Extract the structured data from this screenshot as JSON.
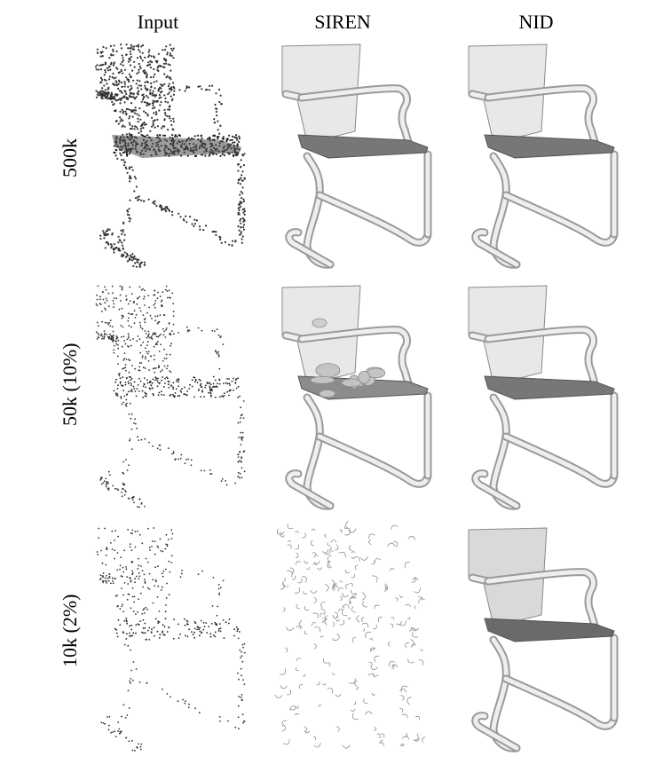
{
  "columns": [
    "Input",
    "SIREN",
    "NID"
  ],
  "rows": [
    "500k",
    "50k (10%)",
    "10k (2%)"
  ],
  "panels": [
    {
      "row": 0,
      "col": 0,
      "style": "dense-points"
    },
    {
      "row": 0,
      "col": 1,
      "style": "smooth"
    },
    {
      "row": 0,
      "col": 2,
      "style": "smooth"
    },
    {
      "row": 1,
      "col": 0,
      "style": "medium-points"
    },
    {
      "row": 1,
      "col": 1,
      "style": "blobby"
    },
    {
      "row": 1,
      "col": 2,
      "style": "smooth"
    },
    {
      "row": 2,
      "col": 0,
      "style": "sparse-points"
    },
    {
      "row": 2,
      "col": 1,
      "style": "noisy"
    },
    {
      "row": 2,
      "col": 2,
      "style": "smooth-shaded"
    }
  ],
  "colors": {
    "points_dark": "#333333",
    "surface_light": "#e8e8e8",
    "surface_mid": "#c8c8c8",
    "seat_dark": "#777777",
    "outline": "#8a8a8a"
  }
}
